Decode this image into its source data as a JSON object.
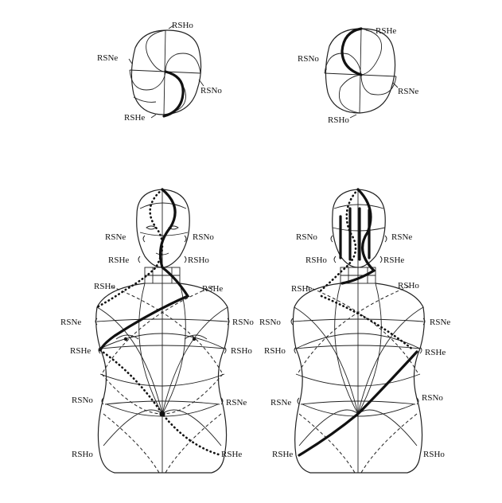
{
  "labels": {
    "topLeft": {
      "top": "RSHo",
      "left": "RSNe",
      "right": "RSNo",
      "bottom": "RSHe"
    },
    "topRight": {
      "top": "RSHe",
      "left": "RSNo",
      "right": "RSNe",
      "bottom": "RSHo"
    },
    "bodyLeft": {
      "headL": "RSNe",
      "headR": "RSNo",
      "jawL": "RSHe",
      "jawR": "RSHo",
      "shoulderL": "RSHo",
      "shoulderR": "RSHe",
      "chestL": "RSNe",
      "chestR": "RSNo",
      "breastL": "RSHe",
      "breastR": "RSHo",
      "waistL": "RSNo",
      "waistR": "RSNe",
      "hipL": "RSHo",
      "hipR": "RSHe"
    },
    "bodyRight": {
      "headL": "RSNo",
      "headR": "RSNe",
      "jawL": "RSHo",
      "jawR": "RSHe",
      "shoulderL": "RSHe",
      "shoulderR": "RSHo",
      "chestL": "RSNo",
      "chestR": "RSNe",
      "breastL": "RSHo",
      "breastR": "RSHe",
      "waistL": "RSNe",
      "waistR": "RSNo",
      "hipL": "RSHe",
      "hipR": "RSHo"
    }
  }
}
